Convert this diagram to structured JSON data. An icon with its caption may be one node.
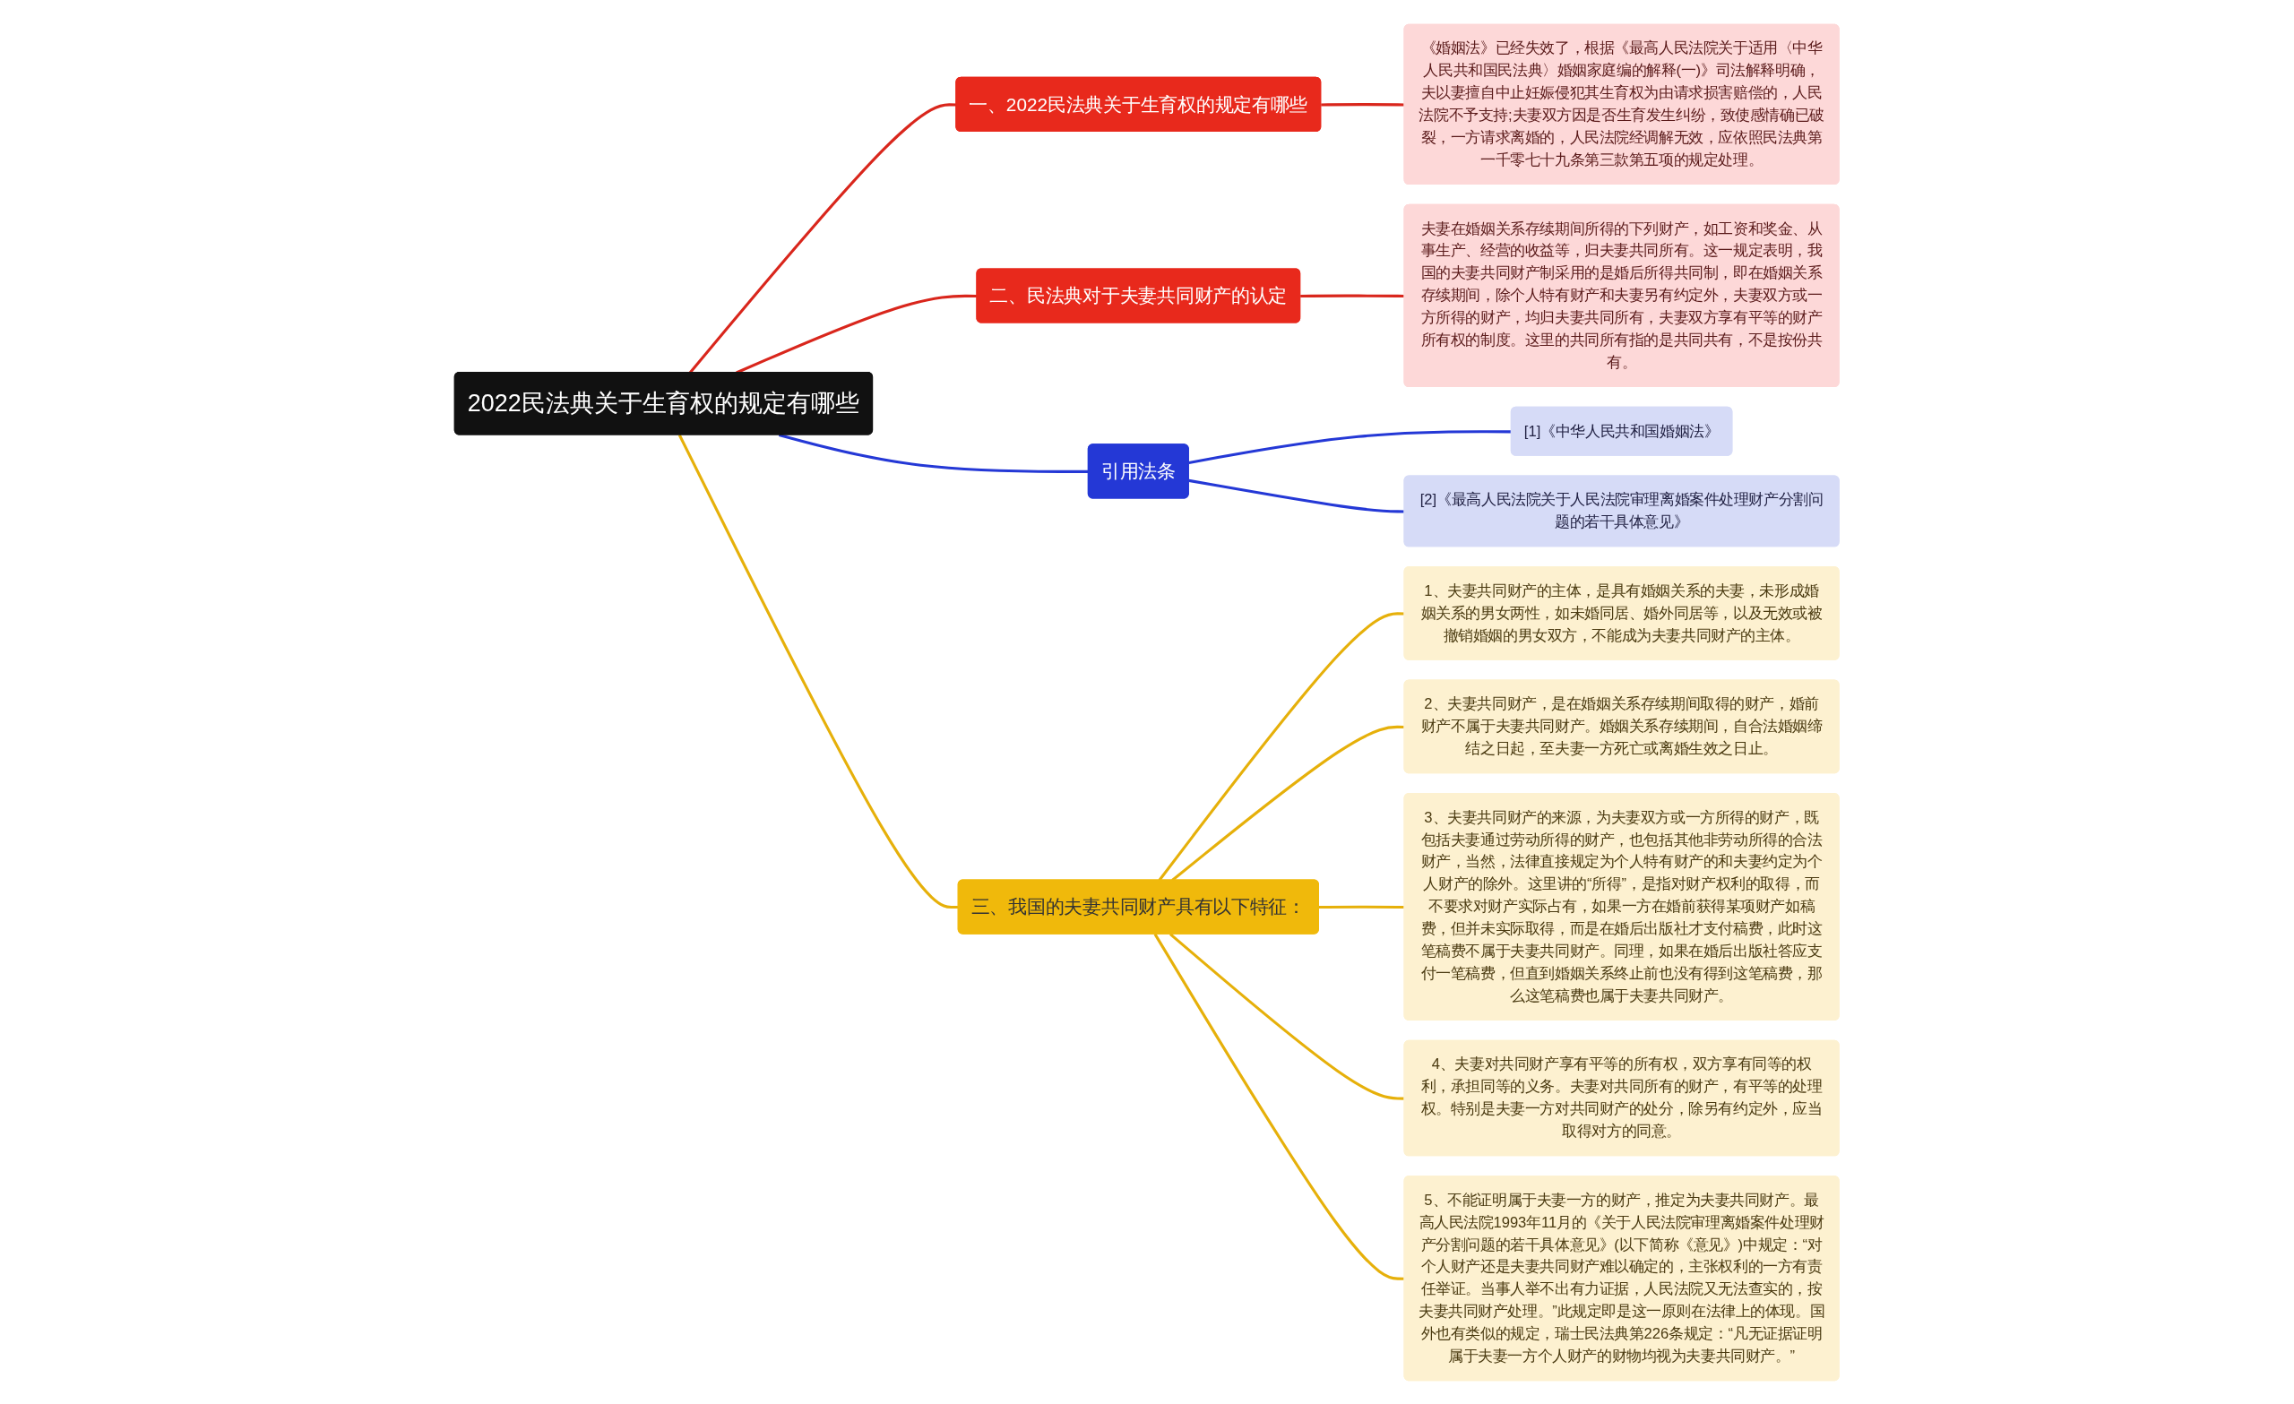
{
  "diagram": {
    "nodes": [
      {
        "text": [
          "2022民法典关于生育权的规定有哪些"
        ]
      },
      {
        "text": [
          "一、2022民法典关于生育权的规定有哪些"
        ]
      },
      {
        "text": [
          "《婚姻法》已经失效了，根据《最高人民法院关于适用〈中华人民共和国民法典〉婚姻家庭编的解释(一)》司法解释明确，夫以妻擅自中止妊娠侵犯其生育权为由请求损害赔偿的，人民法院不予支持;夫妻双方因是否生育发生纠纷，致使感情确已破裂，一方请求离婚的，人民法院经调解无效，应依照民法典第一千零七十九条第三款第五项的规定处理。"
        ]
      },
      {
        "text": [
          "二、民法典对于夫妻共同财产的认定"
        ]
      },
      {
        "text": [
          "夫妻在婚姻关系存续期间所得的下列财产，如工资和奖金、从事生产、经营的收益等，归夫妻共同所有。这一规定表明，我国的夫妻共同财产制采用的是婚后所得共同制，即在婚姻关系存续期间，除个人特有财产和夫妻另有约定外，夫妻双方或一方所得的财产，均归夫妻共同所有，夫妻双方享有平等的财产所有权的制度。这里的共同所有指的是共同共有，不是按份共有。"
        ]
      },
      {
        "text": [
          "引用法条"
        ]
      },
      {
        "text": [
          "[1]《中华人民共和国婚姻法》"
        ]
      },
      {
        "text": [
          "[2]《最高人民法院关于人民法院审理离婚案件处理财产分割问题的若干具体意见》"
        ]
      },
      {
        "text": [
          "三、我国的夫妻共同财产具有以下特征："
        ]
      },
      {
        "text": [
          "1、夫妻共同财产的主体，是具有婚姻关系的夫妻，未形成婚姻关系的男女两性，如未婚同居、婚外同居等，以及无效或被撤销婚姻的男女双方，不能成为夫妻共同财产的主体。"
        ]
      },
      {
        "text": [
          "2、夫妻共同财产，是在婚姻关系存续期间取得的财产，婚前财产不属于夫妻共同财产。婚姻关系存续期间，自合法婚姻缔结之日起，至夫妻一方死亡或离婚生效之日止。"
        ]
      },
      {
        "text": [
          "3、夫妻共同财产的来源，为夫妻双方或一方所得的财产，既包括夫妻通过劳动所得的财产，也包括其他非劳动所得的合法财产，当然，法律直接规定为个人特有财产的和夫妻约定为个人财产的除外。这里讲的“所得”，是指对财产权利的取得，而不要求对财产实际占有，如果一方在婚前获得某项财产如稿费，但并未实际取得，而是在婚后出版社才支付稿费，此时这笔稿费不属于夫妻共同财产。同理，如果在婚后出版社答应支付一笔稿费，但直到婚姻关系终止前也没有得到这笔稿费，那么这笔稿费也属于夫妻共同财产。"
        ]
      },
      {
        "text": [
          "4、夫妻对共同财产享有平等的所有权，双方享有同等的权利，承担同等的义务。夫妻对共同所有的财产，有平等的处理权。特别是夫妻一方对共同财产的处分，除另有约定外，应当取得对方的同意。"
        ]
      },
      {
        "text": [
          "5、不能证明属于夫妻一方的财产，推定为夫妻共同财产。最高人民法院1993年11月的《关于人民法院审理离婚案件处理财产分割问题的若干具体意见》(以下简称《意见》)中规定：“对个人财产还是夫妻共同财产难以确定的，主张权利的一方有责任举证。当事人举不出有力证据，人民法院又无法查实的，按夫妻共同财产处理。”此规定即是这一原则在法律上的体现。国外也有类似的规定，瑞士民法典第226条规定：“凡无证据证明属于夫妻一方个人财产的财物均视为夫妻共同财产。”"
        ]
      }
    ],
    "edges": [
      {
        "from": 0,
        "to": 1,
        "arrow": "none",
        "color": "#d9261c"
      },
      {
        "from": 1,
        "to": 2,
        "arrow": "none",
        "color": "#d9261c"
      },
      {
        "from": 0,
        "to": 3,
        "arrow": "none",
        "color": "#d9261c"
      },
      {
        "from": 3,
        "to": 4,
        "arrow": "none",
        "color": "#d9261c"
      },
      {
        "from": 0,
        "to": 5,
        "arrow": "none",
        "color": "#2438d6"
      },
      {
        "from": 5,
        "to": 6,
        "arrow": "none",
        "color": "#2438d6"
      },
      {
        "from": 5,
        "to": 7,
        "arrow": "none",
        "color": "#2438d6"
      },
      {
        "from": 0,
        "to": 8,
        "arrow": "none"
      },
      {
        "from": 8,
        "to": 9,
        "arrow": "none"
      },
      {
        "from": 8,
        "to": 10,
        "arrow": "none"
      },
      {
        "from": 8,
        "to": 11,
        "arrow": "none"
      },
      {
        "from": 8,
        "to": 12,
        "arrow": "none"
      },
      {
        "from": 8,
        "to": 13,
        "arrow": "none"
      }
    ]
  }
}
